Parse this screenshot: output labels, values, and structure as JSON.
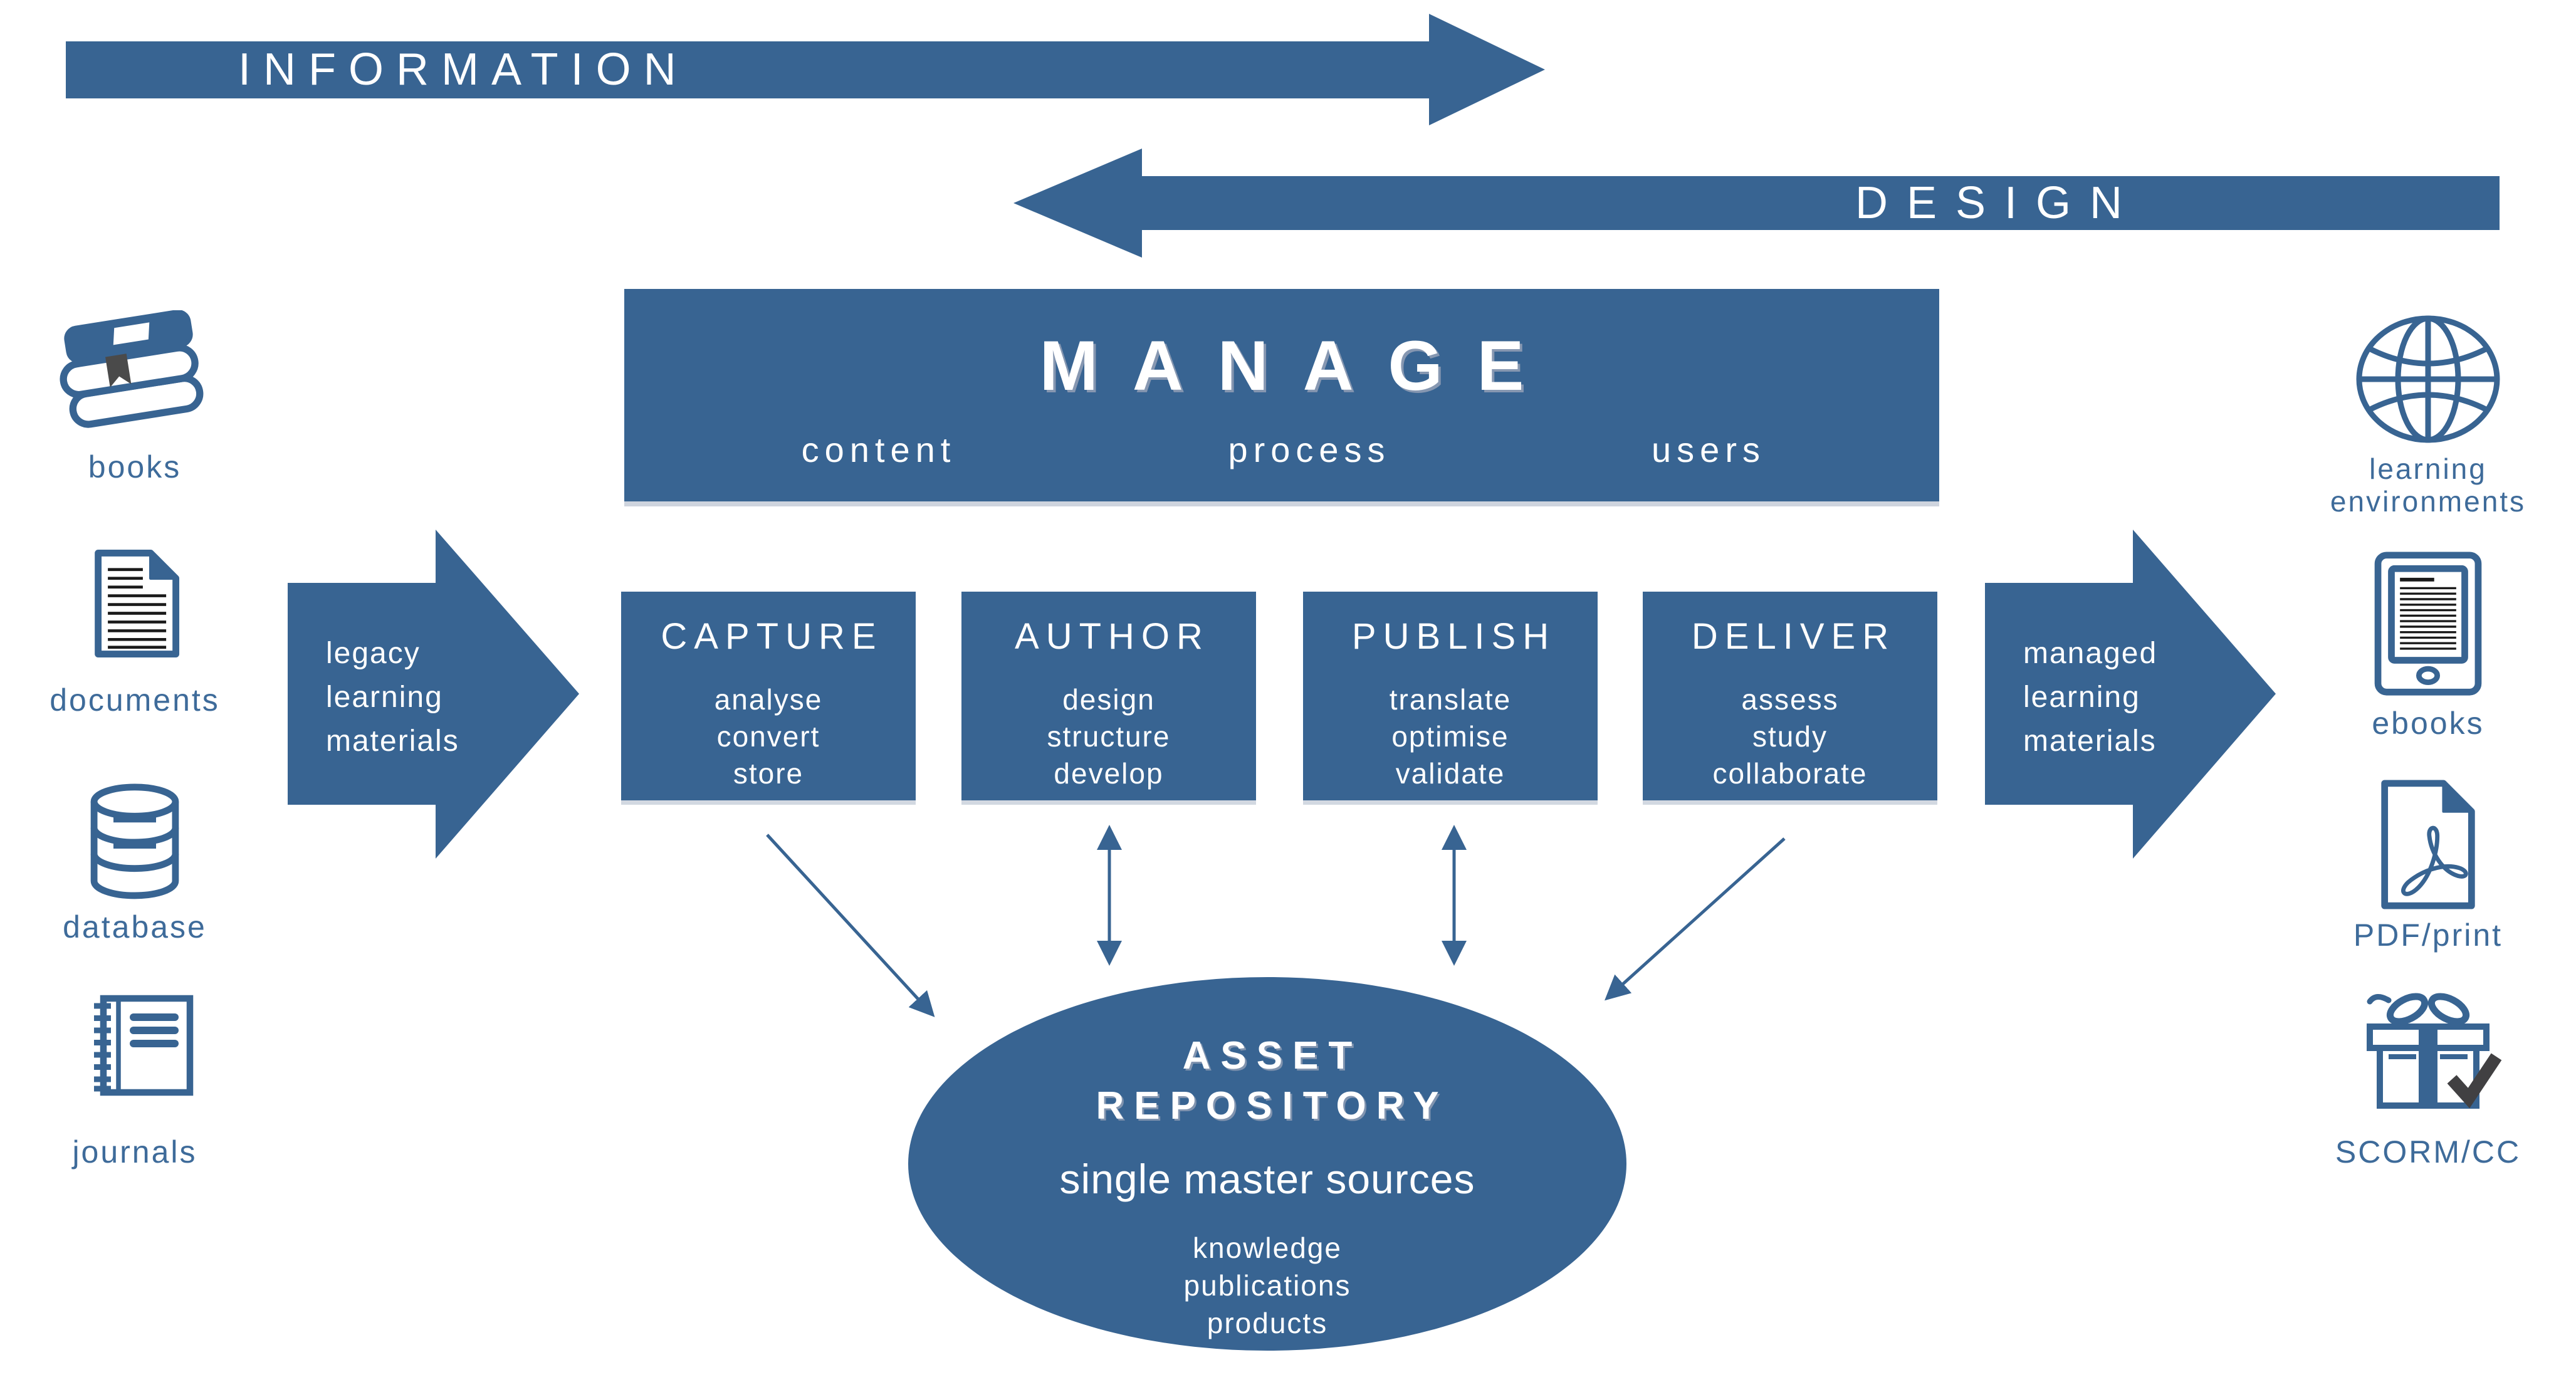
{
  "colors": {
    "primary_blue": "#386492",
    "label_blue": "#3E6B9A",
    "check_dark": "#414042",
    "text_white": "#ffffff"
  },
  "flow_arrows": {
    "information": "INFORMATION",
    "design": "DESIGN"
  },
  "manage_box": {
    "title": "MANAGE",
    "items": [
      "content",
      "process",
      "users"
    ]
  },
  "inputs": {
    "arrow_lines": [
      "legacy",
      "learning",
      "materials"
    ],
    "sources": [
      {
        "icon": "books-icon",
        "label": "books"
      },
      {
        "icon": "documents-icon",
        "label": "documents"
      },
      {
        "icon": "database-icon",
        "label": "database"
      },
      {
        "icon": "journals-icon",
        "label": "journals"
      }
    ]
  },
  "process_boxes": [
    {
      "title": "CAPTURE",
      "items": [
        "analyse",
        "convert",
        "store"
      ]
    },
    {
      "title": "AUTHOR",
      "items": [
        "design",
        "structure",
        "develop"
      ]
    },
    {
      "title": "PUBLISH",
      "items": [
        "translate",
        "optimise",
        "validate"
      ]
    },
    {
      "title": "DELIVER",
      "items": [
        "assess",
        "study",
        "collaborate"
      ]
    }
  ],
  "outputs": {
    "arrow_lines": [
      "managed",
      "learning",
      "materials"
    ],
    "targets": [
      {
        "icon": "globe-icon",
        "lines": [
          "learning",
          "environments"
        ]
      },
      {
        "icon": "ebook-icon",
        "lines": [
          "ebooks"
        ]
      },
      {
        "icon": "pdf-icon",
        "lines": [
          "PDF/print"
        ]
      },
      {
        "icon": "gift-icon",
        "lines": [
          "SCORM/CC"
        ]
      }
    ]
  },
  "repository": {
    "title_lines": [
      "ASSET",
      "REPOSITORY"
    ],
    "subtitle": "single master sources",
    "items": [
      "knowledge",
      "publications",
      "products"
    ]
  }
}
